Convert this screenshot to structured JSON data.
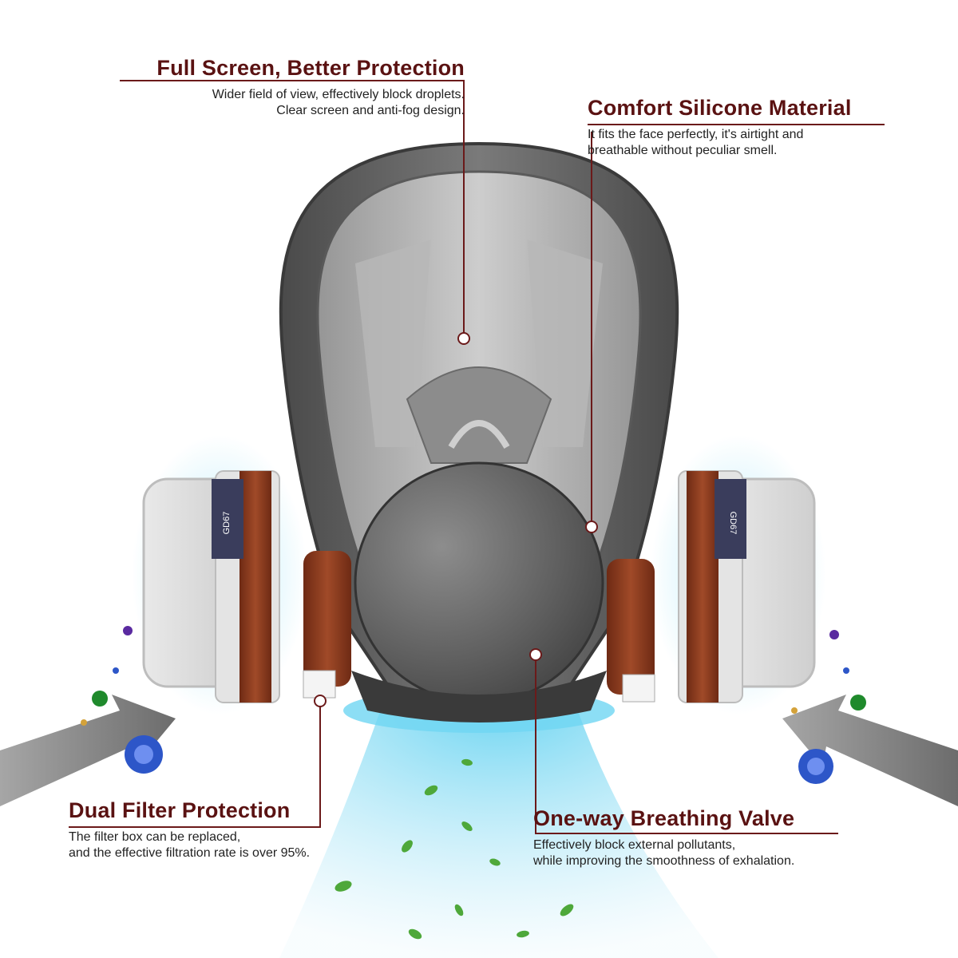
{
  "callouts": {
    "screen": {
      "title": "Full Screen, Better Protection",
      "desc_line1": "Wider field of view, effectively block droplets.",
      "desc_line2": "Clear screen and anti-fog design."
    },
    "silicone": {
      "title": "Comfort Silicone Material",
      "desc_line1": "It fits the face perfectly, it's airtight and",
      "desc_line2": "breathable without peculiar smell."
    },
    "filter": {
      "title": "Dual Filter Protection",
      "desc_line1": "The filter box can be replaced,",
      "desc_line2": "and the effective filtration rate is over 95%."
    },
    "valve": {
      "title": "One-way Breathing Valve",
      "desc_line1": "Effectively block external pollutants,",
      "desc_line2": "while improving the smoothness of exhalation."
    }
  },
  "cartridge_label": "GD67",
  "icons": {
    "mask": "full-face-respirator-icon",
    "virus": "virus-icon",
    "leaf": "leaf-icon",
    "arrow": "airflow-arrow-icon"
  },
  "colors": {
    "title": "#5a1212",
    "rule": "#6b1a1a",
    "mask_frame": "#6b6b6b",
    "cartridge_band": "#8a3a1e",
    "airflow": "#7fd8f0",
    "leaf": "#4ea83a",
    "virus_blue": "#2d56c8",
    "virus_green": "#1f8a2c"
  }
}
